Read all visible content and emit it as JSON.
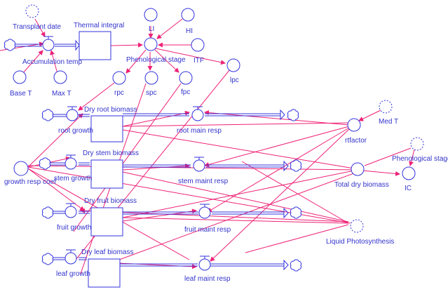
{
  "diagram": {
    "title": "Stock and flow model of crop biomass",
    "colors": {
      "node": "#3333dd",
      "link": "#ee2277",
      "label": "#3333cc",
      "background": "#ffffff"
    },
    "stocks": [
      {
        "id": "thermal",
        "label": "Thermal integral"
      },
      {
        "id": "root",
        "label": "Dry root biomass"
      },
      {
        "id": "stem",
        "label": "Dry stem biomass"
      },
      {
        "id": "fruit",
        "label": "Dry fruit biomass"
      },
      {
        "id": "leaf",
        "label": "Dry leaf biomass"
      }
    ],
    "flows": [
      {
        "id": "acc",
        "label": "Accumulation temp"
      },
      {
        "id": "rg",
        "label": "root growth"
      },
      {
        "id": "rm",
        "label": "root main resp"
      },
      {
        "id": "sg",
        "label": "stem growth"
      },
      {
        "id": "sm",
        "label": "stem maint resp"
      },
      {
        "id": "fg",
        "label": "fruit growth"
      },
      {
        "id": "fm",
        "label": "fruit maint resp"
      },
      {
        "id": "lg",
        "label": "leaf growth"
      },
      {
        "id": "lm",
        "label": "leaf maint resp"
      }
    ],
    "converters": [
      {
        "id": "tdate",
        "label": "Transplant date",
        "ghost": true
      },
      {
        "id": "baset",
        "label": "Base T"
      },
      {
        "id": "maxt",
        "label": "Max T"
      },
      {
        "id": "li",
        "label": "LI"
      },
      {
        "id": "hi",
        "label": "HI"
      },
      {
        "id": "itf",
        "label": "ITF"
      },
      {
        "id": "phen",
        "label": "Phenological stage"
      },
      {
        "id": "rpc",
        "label": "rpc"
      },
      {
        "id": "spc",
        "label": "spc"
      },
      {
        "id": "fpc",
        "label": "fpc"
      },
      {
        "id": "lpc",
        "label": "lpc"
      },
      {
        "id": "grc",
        "label": "growth resp coef"
      },
      {
        "id": "rtf",
        "label": "rtfactor"
      },
      {
        "id": "medt",
        "label": "Med T",
        "ghost": true
      },
      {
        "id": "tdb",
        "label": "Total dry biomass"
      },
      {
        "id": "phen2",
        "label": "Phenological stage",
        "ghost": true
      },
      {
        "id": "ic",
        "label": "IC"
      },
      {
        "id": "lphot",
        "label": "Liquid Photosynthesis",
        "ghost": true
      }
    ]
  }
}
